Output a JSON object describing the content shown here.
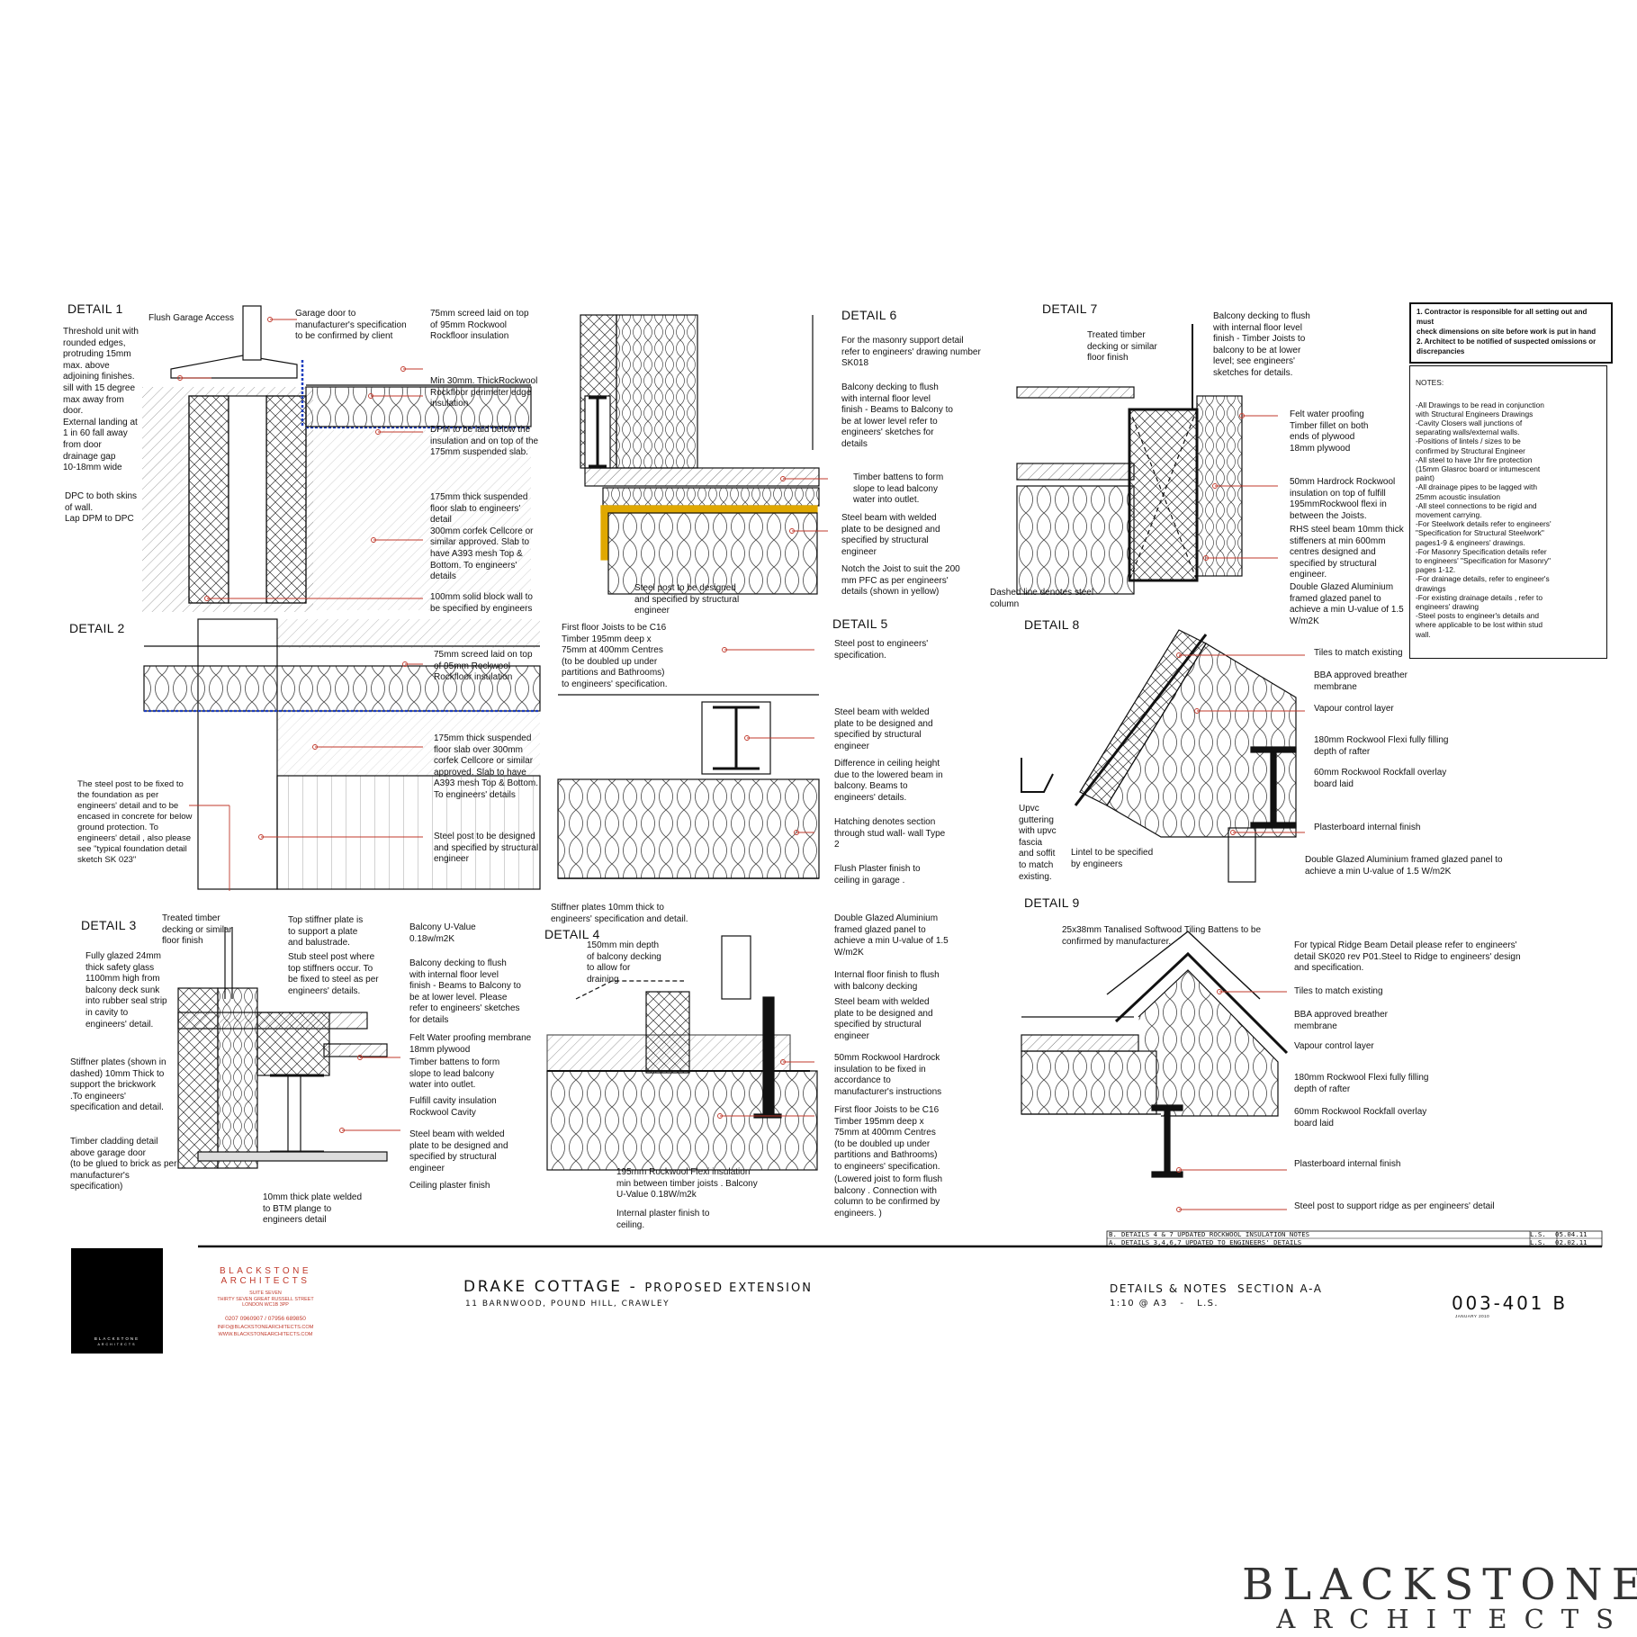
{
  "sheet": {
    "details": {
      "d1": {
        "title": "DETAIL 1",
        "notes": [
          "Threshold unit with\nrounded edges,\nprotruding 15mm\nmax. above\nadjoining finishes.\nsill with 15 degree\nmax away from\ndoor.\nExternal landing at\n1 in 60 fall away\nfrom door\ndrainage gap\n10-18mm wide",
          "DPC to both skins\nof wall.\nLap DPM to DPC",
          "Flush Garage Access",
          "Garage door to\nmanufacturer's specification\nto be confirmed by client",
          "75mm  screed  laid on top\nof 95mm Rockwool\nRockfloor insulation",
          "Min 30mm. ThickRockwool\nRockfloor perimeter edge\ninsulation",
          "DPM to be laid below the\ninsulation and on top of the\n175mm suspended slab.",
          "175mm thick suspended\nfloor slab to engineers'\ndetail\n300mm corfek Cellcore or\nsimilar approved. Slab to\nhave A393 mesh Top &\nBottom. To engineers'\ndetails",
          "100mm solid block wall to\nbe specified by engineers"
        ]
      },
      "d2": {
        "title": "DETAIL 2",
        "notes": [
          "75mm  screed  laid on top\nof 95mm Rockwool\nRockfloor insulation",
          "175mm thick suspended\nfloor slab over 300mm\ncorfek Cellcore or similar\napproved. Slab to have\nA393 mesh Top & Bottom.\nTo engineers' details",
          "The steel post to be fixed to\nthe foundation as per\nengineers' detail and to be\nencased in concrete for below\nground protection. To\nengineers' detail , also please\nsee \"typical foundation detail\nsketch SK 023\"",
          "Steel post to be designed\nand specified by structural\nengineer"
        ]
      },
      "d3": {
        "title": "DETAIL 3",
        "notes": [
          "Treated timber\ndecking or similar\nfloor finish",
          "Top stiffner plate  is\nto support a plate\nand balustrade.",
          "Balcony  U-Value\n0.18w/m2K",
          "Fully glazed 24mm\nthick safety glass\n1100mm high from\nbalcony deck sunk\ninto rubber seal strip\nin cavity to\nengineers' detail.",
          "Stub steel post  where\ntop stiffners occur. To\nbe fixed to steel as per\nengineers' details.",
          "Balcony decking to flush\nwith internal floor level\nfinish - Beams to Balcony to\nbe at lower level. Please\nrefer to engineers' sketches\nfor details",
          "Felt Water proofing membrane\n18mm plywood",
          "Timber battens to form\nslope to lead balcony\nwater into outlet.",
          "Stiffner plates (shown in\ndashed) 10mm Thick to\nsupport the brickwork\n.To engineers'\nspecification and detail.",
          "Fulfill cavity insulation\nRockwool Cavity",
          "Steel beam with welded\nplate to be designed and\nspecified by structural\nengineer",
          "Timber cladding detail\nabove garage door\n(to be glued to brick as per\nmanufacturer's\nspecification)",
          "Ceiling plaster finish",
          "10mm thick plate welded\nto BTM plange to\nengineers detail"
        ]
      },
      "d4": {
        "title": "DETAIL 4",
        "notes": [
          "Stiffner plates 10mm thick to\nengineers' specification and detail.",
          "150mm min depth\nof balcony decking\nto allow for\ndraining",
          "Double Glazed Aluminium\nframed glazed panel to\nachieve a min U-value of 1.5\nW/m2K",
          "Internal floor finish to flush\nwith balcony decking",
          "Steel beam with welded\nplate to be designed and\nspecified by structural\nengineer",
          "50mm Rockwool Hardrock\ninsulation to be fixed in\naccordance to\nmanufacturer's instructions",
          "First floor Joists to be C16\nTimber 195mm deep x\n75mm at 400mm Centres\n(to be doubled up under\npartitions and Bathrooms)\nto engineers' specification.",
          "(Lowered joist to form flush\nbalcony . Connection with\ncolumn to be confirmed by\nengineers. )",
          "195mm Rockwool Flexi insulation\nmin  between timber joists . Balcony\nU-Value 0.18W/m2k",
          "Internal plaster finish to\nceiling."
        ]
      },
      "d5": {
        "title": "DETAIL 5",
        "notes": [
          "First floor Joists to be C16\nTimber 195mm deep x\n75mm at 400mm Centres\n(to be doubled up under\npartitions and Bathrooms)\nto engineers' specification.",
          "Steel post to engineers'\nspecification.",
          "Steel beam with welded\nplate to be designed and\nspecified by structural\nengineer",
          "Difference in ceiling height\ndue to the lowered beam in\nbalcony. Beams to\nengineers' details.",
          "Hatching denotes section\nthrough stud wall- wall Type\n2",
          "Flush Plaster finish to\nceiling in garage ."
        ]
      },
      "d6": {
        "title": "DETAIL 6",
        "notes": [
          "For the masonry support detail\nrefer to engineers' drawing number\nSK018",
          "Balcony decking to flush\nwith internal floor level\nfinish - Beams to Balcony to\nbe at lower level  refer to\nengineers' sketches for\ndetails",
          "Timber battens to form\nslope to lead balcony\nwater into outlet.",
          "Steel beam with welded\nplate to be designed and\nspecified by structural\nengineer",
          "Notch the Joist to suit the 200\nmm PFC  as per engineers'\ndetails (shown in yellow)",
          "Steel post  to be designed\nand specified by structural\nengineer"
        ]
      },
      "d7": {
        "title": "DETAIL 7",
        "notes": [
          "Treated timber\ndecking or similar\nfloor finish",
          "Balcony decking to flush\nwith internal floor level\nfinish - Timber Joists to\nbalcony to be at lower\nlevel; see engineers'\nsketches for details.",
          "Felt water proofing\nTimber fillet on both\nends of plywood\n18mm plywood",
          "50mm Hardrock Rockwool\ninsulation on top of fulfill\n195mmRockwool flexi in\nbetween the Joists.",
          "RHS steel beam 10mm thick\nstiffeners at min 600mm\ncentres  designed and\nspecified by structural\nengineer.",
          "Double Glazed Aluminium\nframed glazed panel to\nachieve a min U-value of 1.5\nW/m2K",
          "Dashed line denotes steel\ncolumn"
        ]
      },
      "d8": {
        "title": "DETAIL 8",
        "notes": [
          "Tiles to match existing",
          "BBA approved breather\nmembrane",
          "Vapour control layer",
          "180mm Rockwool Flexi fully filling\ndepth of rafter",
          "60mm Rockwool Rockfall overlay\nboard laid",
          "Plasterboard internal finish",
          "Double Glazed Aluminium framed glazed panel to\nachieve a min U-value of 1.5 W/m2K",
          "Upvc\nguttering\nwith  upvc\nfascia\nand soffit\nto match\nexisting.",
          "Lintel to be specified\nby engineers"
        ]
      },
      "d9": {
        "title": "DETAIL 9",
        "notes": [
          "25x38mm Tanalised Softwood Tiling Battens to be\nconfirmed by manufacturer.",
          "For typical Ridge Beam Detail please refer to engineers'\ndetail SK020 rev P01.Steel to Ridge to engineers' design\nand specification.",
          "Tiles to match existing",
          "BBA approved breather\nmembrane",
          "Vapour control layer",
          "180mm Rockwool Flexi fully filling\ndepth of rafter",
          "60mm Rockwool Rockfall overlay\nboard laid",
          "Plasterboard internal finish",
          "Steel post to support ridge as per engineers' detail"
        ]
      }
    },
    "contractor_box": "1.  Contractor is responsible for all setting out and must\n     check dimensions on site before work is put in hand\n2.  Architect to be notified of suspected omissions or\n     discrepancies",
    "notes_title": "NOTES:",
    "notes_body": "-All Drawings to be read in conjunction\nwith Structural Engineers Drawings\n-Cavity Closers wall junctions of\nseparating walls/external walls.\n-Positions of lintels / sizes to be\nconfirmed by Structural Engineer\n-All steel to have 1hr fire protection\n(15mm Glasroc board or intumescent\npaint)\n-All drainage pipes to be lagged with\n25mm acoustic insulation\n-All steel connections to be rigid and\nmovement carrying.\n-For Steelwork details refer to engineers'\n\"Specification for Structural Steelwork\"\npages1-9 & engineers' drawings.\n-For Masonry Specification details refer\nto engineers' \"Specification for Masonry\"\npages 1-12.\n-For drainage details, refer to engineer's\ndrawings\n-For existing drainage details , refer to\nengineers' drawing\n-Steel posts to engineer's details and\nwhere applicable to be lost within stud\nwall.",
    "revisions": [
      {
        "rev": "B.",
        "text": "DETAILS 4 & 7 UPDATED ROCKWOOL INSULATION NOTES",
        "init": "L.S.",
        "date": "05.04.11"
      },
      {
        "rev": "A.",
        "text": "DETAILS 3,4,6,7 UPDATED TO ENGINEERS' DETAILS",
        "init": "L.S.",
        "date": "02.02.11"
      }
    ],
    "title_block": {
      "logo_line1": "BLACKSTONE",
      "logo_line2": "ARCHITECTS",
      "firm_name1": "BLACKSTONE",
      "firm_name2": "ARCHITECTS",
      "address": "SUITE SEVEN\nTHIRTY SEVEN GREAT RUSSELL STREET\nLONDON WC1B 3PP",
      "phone": "0207 0960907 / 07956 689850",
      "email": "INFO@BLACKSTONEARCHITECTS.COM",
      "web": "WWW.BLACKSTONEARCHITECTS.COM",
      "project": "DRAKE COTTAGE -",
      "project_sub": "PROPOSED EXTENSION",
      "project_address": "11 BARNWOOD, POUND HILL, CRAWLEY",
      "drawing_title": "DETAILS & NOTES  SECTION A-A",
      "scale": "1:10 @ A3   -   L.S.",
      "drawing_number": "003-401 B",
      "date": "JANUARY 2010"
    },
    "brand": {
      "line1": "BLACKSTONE",
      "line2": "ARCHITECTS"
    },
    "colors": {
      "line": "#111111",
      "leader": "#c0392b",
      "dpm": "#1f3fbf",
      "pfc": "#e0a800"
    }
  }
}
